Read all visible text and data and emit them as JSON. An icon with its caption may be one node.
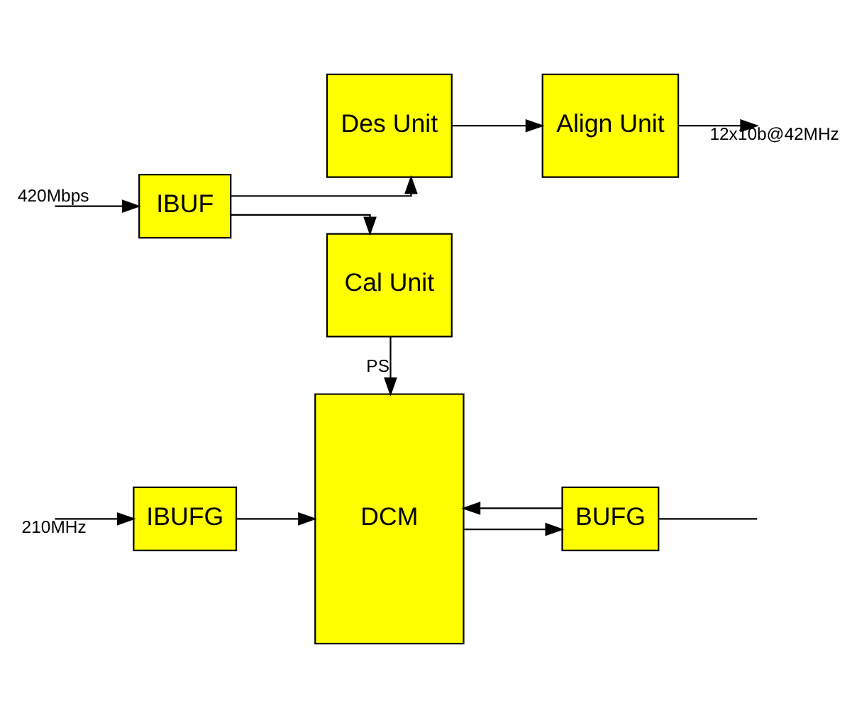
{
  "diagram": {
    "nodes": [
      {
        "text": [
          "IBUFG"
        ]
      },
      {
        "text": [
          "DCM"
        ]
      },
      {
        "text": [
          "BUFG"
        ]
      },
      {
        "text": [
          "IBUF"
        ]
      },
      {
        "text": [
          "Cal Unit"
        ]
      },
      {
        "text": [
          "Des Unit"
        ]
      },
      {
        "text": [
          "Align Unit"
        ]
      }
    ],
    "edges": [
      {
        "from": null,
        "to": 0,
        "arrow": "to",
        "label": "210MHz"
      },
      {
        "from": 0,
        "to": 1,
        "arrow": "to"
      },
      {
        "from": 1,
        "to": 2,
        "arrow": "to"
      },
      {
        "from": 2,
        "to": null,
        "arrow": "none"
      },
      {
        "from": 2,
        "to": 1,
        "arrow": "to"
      },
      {
        "from": null,
        "to": 3,
        "arrow": "to",
        "label": "420Mbps"
      },
      {
        "from": 3,
        "to": 4,
        "arrow": "to"
      },
      {
        "from": 4,
        "to": 1,
        "arrow": "to",
        "label": "PS"
      },
      {
        "from": 3,
        "to": 5,
        "arrow": "to"
      },
      {
        "from": 5,
        "to": 6,
        "arrow": "to"
      },
      {
        "from": 6,
        "to": null,
        "arrow": "to",
        "label": "12x10b@42MHz"
      }
    ]
  }
}
